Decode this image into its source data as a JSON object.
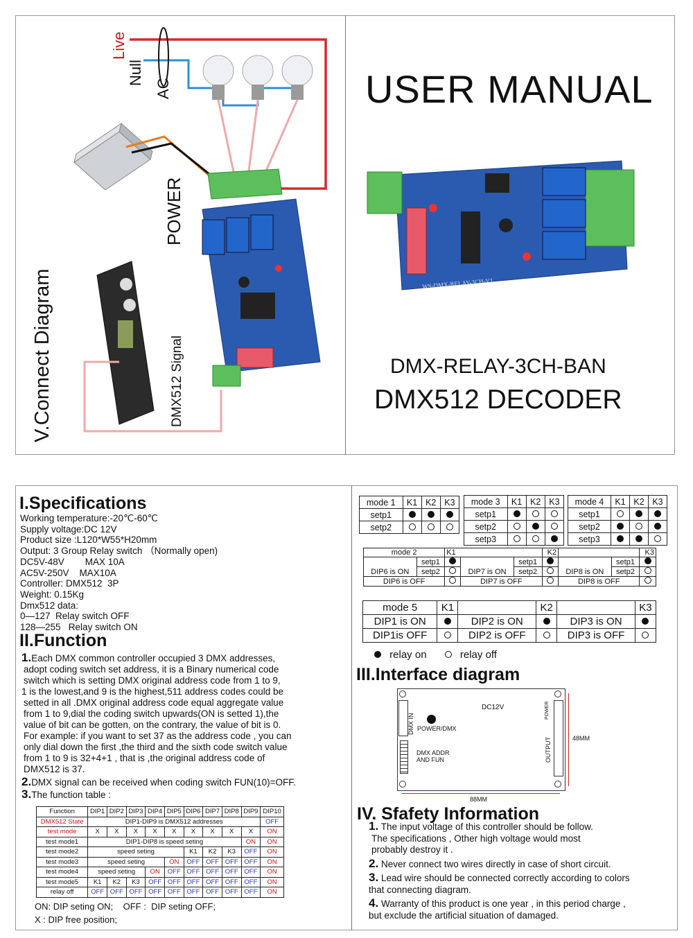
{
  "top": {
    "connect_title": "V.Connect Diagram",
    "live": "Live",
    "null": "Null",
    "ac": "AC",
    "power": "POWER",
    "dmx_signal": "DMX512 Signal",
    "user_manual": "USER MANUAL",
    "model": "DMX-RELAY-3CH-BAN",
    "decoder": "DMX512 DECODER",
    "board_label": "WS-DMX-RELAY-3CH-V1"
  },
  "spec": {
    "title": "I.Specifications",
    "lines": [
      "Working temperature:-20℃-60℃",
      "Supply voltage:DC 12V",
      "Product size :L120*W55*H20mm",
      "Output: 3 Group Relay switch （Normally open)",
      "DC5V-48V        MAX 10A",
      "AC5V-250V    MAX10A",
      "Controller: DMX512  3P",
      "Weight: 0.15Kg",
      "Dmx512 data:",
      "0—127  Relay switch OFF",
      "128—255   Relay switch ON"
    ]
  },
  "function": {
    "title": "II.Function",
    "p1_num": "1.",
    "p1": [
      "Each DMX common controller occupied 3 DMX addresses,",
      "adopt coding switch set address, it is a Binary numerical code",
      "switch which is setting DMX original address code from 1 to 9,",
      "1 is the lowest,and 9 is the highest,511 address codes  could be",
      "setted  in all .DMX original address code equal aggregate value",
      "from 1 to 9,dial the coding switch upwards(ON is setted 1),the",
      "value of bit can be  gotten, on the contrary, the value of bit is 0.",
      "For example: if you want to set 37 as the address code , you can",
      "only dial down the first ,the third and the  sixth code switch value",
      "from 1 to 9 is 32+4+1 , that is ,the original address  code of",
      "DMX512 is 37."
    ],
    "p2_num": "2.",
    "p2": "DMX signal can be received when coding switch FUN(10)=OFF.",
    "p3_num": "3.",
    "p3": "The function table :",
    "legend1": "ON: DIP seting ON;    OFF :  DIP seting OFF;",
    "legend2": "X :  DIP free position;"
  },
  "func_table": {
    "header": [
      "Function",
      "DIP1",
      "DIP2",
      "DIP3",
      "DIP4",
      "DIP5",
      "DIP6",
      "DIP7",
      "DIP8",
      "DIP9",
      "DIP10"
    ],
    "dmx_state": "DMX512 State",
    "dmx_state_mid": "DIP1-DIP9 is DMX512 addresses",
    "test_mode": "test mode",
    "x": "X",
    "test_mode1": "test mode1",
    "tm1_mid": "DIP1-DIP8 is speed seting",
    "test_mode2": "test mode2",
    "test_mode3": "test mode3",
    "test_mode4": "test mode4",
    "test_mode5": "test mode5",
    "relay_off": "relay off",
    "speed": "speed seting",
    "on": "ON",
    "off": "OFF",
    "k1": "K1",
    "k2": "K2",
    "k3": "K3"
  },
  "modes": {
    "mode1": "mode 1",
    "mode3": "mode 3",
    "mode4": "mode 4",
    "mode2": "mode 2",
    "mode5": "mode 5",
    "k1": "K1",
    "k2": "K2",
    "k3": "K3",
    "setp1": "setp1",
    "setp2": "setp2",
    "setp3": "setp3",
    "dip6on": "DIP6 is ON",
    "dip6off": "DIP6 is OFF",
    "dip7on": "DIP7 is ON",
    "dip7off": "DIP7 is OFF",
    "dip8on": "DIP8 is ON",
    "dip8off": "DIP8 is OFF",
    "dip1on": "DIP1 is ON",
    "dip1off": "DIP1is OFF",
    "dip2on": "DIP2 is ON",
    "dip2off": "DIP2 is OFF",
    "dip3on": "DIP3 is ON",
    "dip3off": "DIP3 is OFF",
    "relay_on": "relay on",
    "relay_off": "relay off"
  },
  "interface": {
    "title": "III.Interface diagram",
    "dc12v": "DC12V",
    "power_dmx": "POWER/DMX",
    "dmx_addr": "DMX ADDR",
    "and_fun": "AND FUN",
    "dmx_in": "DMX IN",
    "output": "OUTPUT",
    "power": "POWER",
    "w": "88MM",
    "h": "48MM"
  },
  "safety": {
    "title": "IV. Sfafety Information",
    "n1": "1.",
    "s1": [
      "The input voltage of this controller should be follow.",
      "The specifications , Other high voltage would most",
      "probably destroy it ."
    ],
    "n2": "2.",
    "s2": "Never connect two wires directly in case of short circuit.",
    "n3": "3.",
    "s3": [
      "Lead wire should be connected correctly according to colors",
      "that connecting diagram."
    ],
    "n4": "4.",
    "s4": [
      "Warranty of this product is one year , in this period charge ,",
      "but exclude the artificial situation of damaged."
    ]
  }
}
